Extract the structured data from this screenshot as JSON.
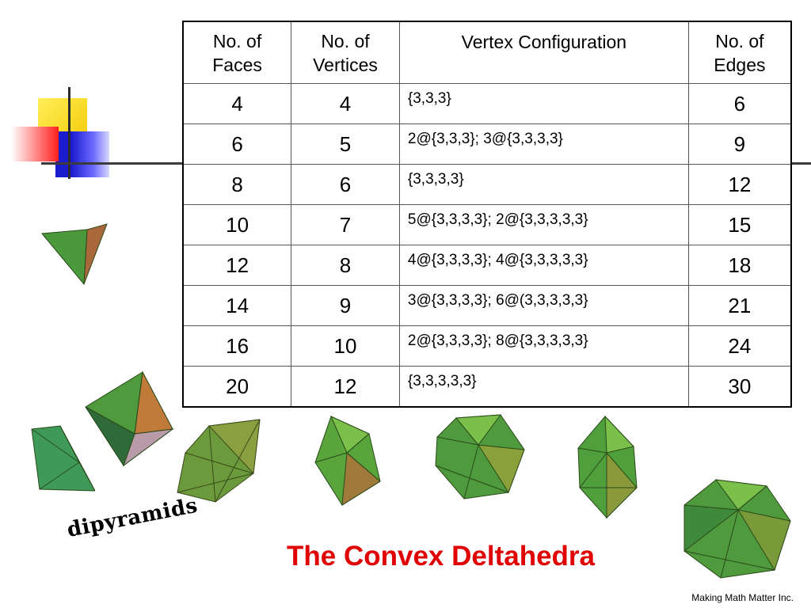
{
  "table": {
    "headers": [
      "No. of\nFaces",
      "No. of\nVertices",
      "Vertex Configuration",
      "No. of\nEdges"
    ],
    "rows": [
      {
        "faces": "4",
        "vertices": "4",
        "config": "{3,3,3}",
        "edges": "6"
      },
      {
        "faces": "6",
        "vertices": "5",
        "config": "2@{3,3,3}; 3@{3,3,3,3}",
        "edges": "9"
      },
      {
        "faces": "8",
        "vertices": "6",
        "config": "{3,3,3,3}",
        "edges": "12"
      },
      {
        "faces": "10",
        "vertices": "7",
        "config": "5@{3,3,3,3}; 2@{3,3,3,3,3}",
        "edges": "15"
      },
      {
        "faces": "12",
        "vertices": "8",
        "config": "4@{3,3,3,3}; 4@{3,3,3,3,3}",
        "edges": "18"
      },
      {
        "faces": "14",
        "vertices": "9",
        "config": "3@{3,3,3,3}; 6@(3,3,3,3,3}",
        "edges": "21"
      },
      {
        "faces": "16",
        "vertices": "10",
        "config": "2@{3,3,3,3}; 8@{3,3,3,3,3}",
        "edges": "24"
      },
      {
        "faces": "20",
        "vertices": "12",
        "config": "{3,3,3,3,3}",
        "edges": "30"
      }
    ]
  },
  "title": "The Convex Deltahedra",
  "dipyramids_label": "dipyramids",
  "credit": "Making Math Matter Inc.",
  "colors": {
    "title": "#e00000",
    "face_green": "#4f9a3c",
    "face_light_green": "#6cc04a",
    "face_brown": "#a86a3a",
    "edge": "#2a4a1a",
    "deco_yellow": "#f6d400",
    "deco_blue": "#1c1ccf",
    "deco_red": "#ff1e1e"
  },
  "icons": [
    "tetrahedron-icon",
    "triangular-dipyramid-icon",
    "octahedron-icon",
    "pentagonal-dipyramid-icon",
    "snub-disphenoid-icon",
    "triaugmented-prism-icon",
    "gyroelongated-dipyramid-icon",
    "icosahedron-icon"
  ]
}
